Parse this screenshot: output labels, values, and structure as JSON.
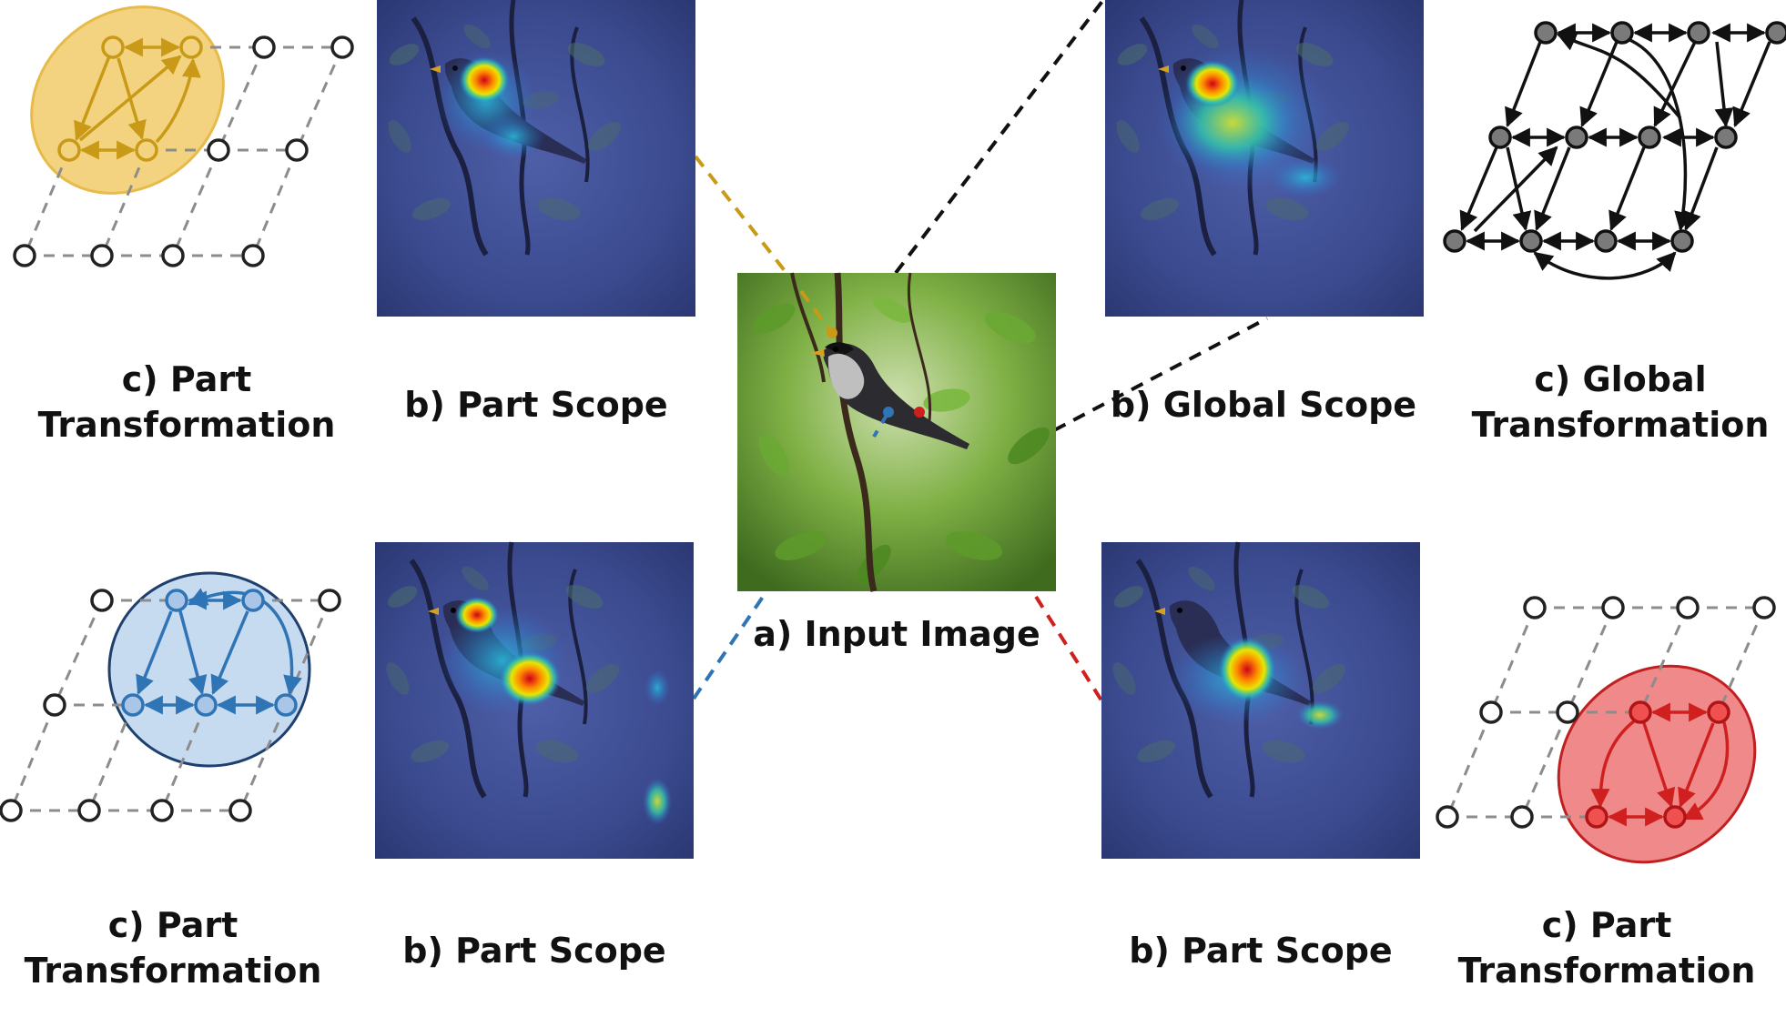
{
  "captions": {
    "input": "a) Input Image",
    "part_scope_top": "b) Part Scope",
    "part_scope_bottom_left": "b) Part Scope",
    "global_scope": "b) Global Scope",
    "part_scope_bottom_right": "b) Part Scope",
    "part_transformation_top": [
      "c) Part",
      "Transformation"
    ],
    "part_transformation_bottom_left": [
      "c) Part",
      "Transformation"
    ],
    "part_transformation_bottom_right": [
      "c) Part",
      "Transformation"
    ],
    "global_transformation": [
      "c) Global",
      "Transformation"
    ]
  },
  "colors": {
    "gold": "#c89a17",
    "gold_fill": "#f3d37f",
    "blue": "#2f74b5",
    "blue_fill": "#c7dbf0",
    "red": "#d01f1f",
    "red_fill": "#f08a8a",
    "black": "#111111",
    "grey_node": "#7a7a7a",
    "dashed_edge": "#8c8c8c"
  },
  "icons": {
    "input_image": "bird-photo",
    "heatmap_part_head": "bird-heatmap-head",
    "heatmap_global": "bird-heatmap-global",
    "heatmap_part_body": "bird-heatmap-body",
    "heatmap_part_tail": "bird-heatmap-tail"
  }
}
